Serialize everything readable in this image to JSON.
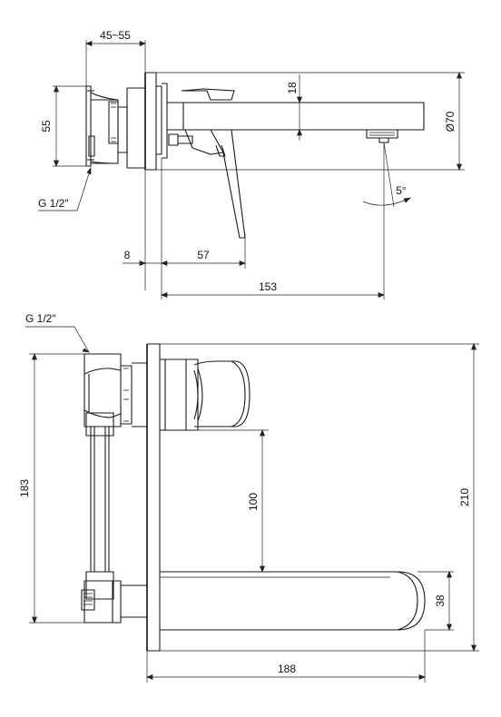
{
  "side_view": {
    "dim_flow_width": "45~55",
    "dim_body_height": "55",
    "dim_spout_thickness": "18",
    "dim_plate_diameter": "Ø70",
    "dim_tilt_angle": "5°",
    "dim_thread_label": "G 1/2\"",
    "dim_plate_offset": "8",
    "dim_lever_reach": "57",
    "dim_spout_reach": "153"
  },
  "front_view": {
    "dim_thread_label": "G 1/2\"",
    "dim_body_height": "183",
    "dim_spout_gap": "100",
    "dim_plate_height": "210",
    "dim_spout_height": "38",
    "dim_total_depth": "188"
  }
}
